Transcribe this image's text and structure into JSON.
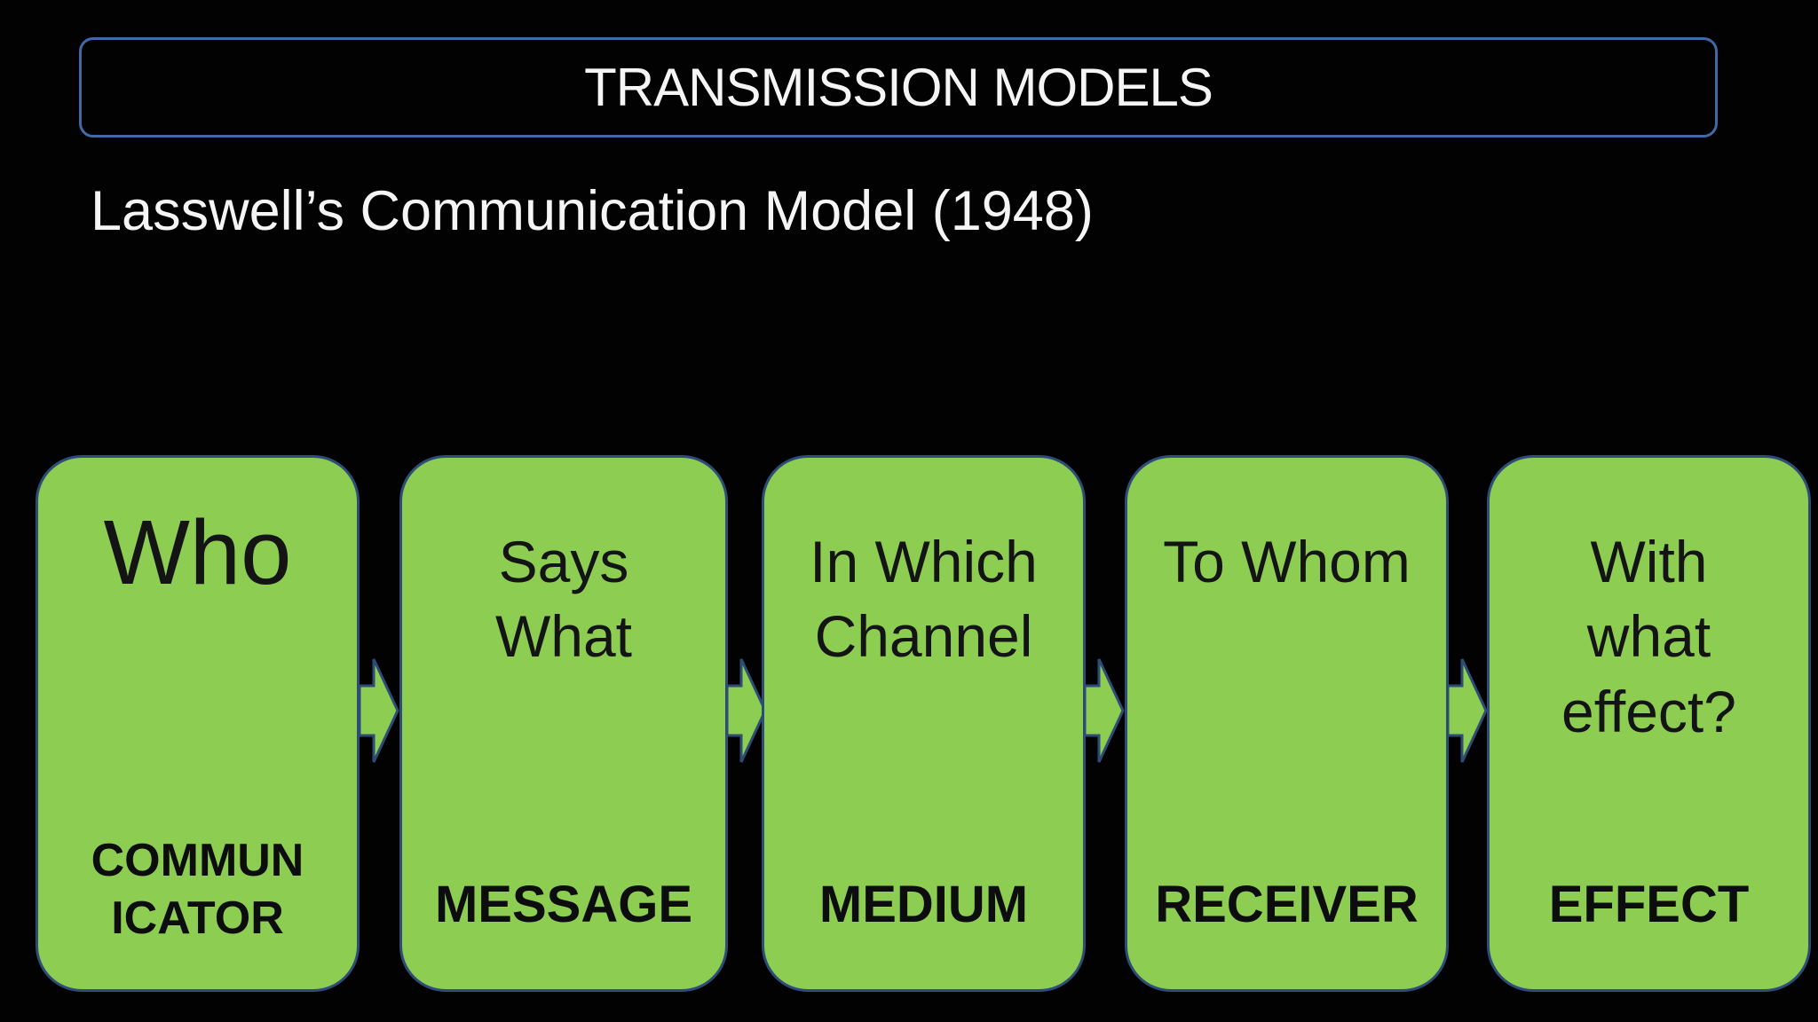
{
  "slide": {
    "title": "TRANSMISSION MODELS",
    "subtitle": "Lasswell’s Communication Model (1948)"
  },
  "colors": {
    "background": "#020202",
    "box_fill_green": "#8CCD52",
    "box_border_navy": "#2D4D77",
    "title_border_blue": "#4268A6",
    "light_text": "#F5F5F5",
    "dark_text": "#141414"
  },
  "diagram": {
    "boxes": [
      {
        "question": "Who",
        "label": "COMMUN\nICATOR"
      },
      {
        "question": "Says\nWhat",
        "label": "MESSAGE"
      },
      {
        "question": "In Which\nChannel",
        "label": "MEDIUM"
      },
      {
        "question": "To Whom",
        "label": "RECEIVER"
      },
      {
        "question": "With\nwhat\neffect?",
        "label": "EFFECT"
      }
    ],
    "arrows": {
      "icon": "right-block-arrow",
      "count": 4
    }
  }
}
